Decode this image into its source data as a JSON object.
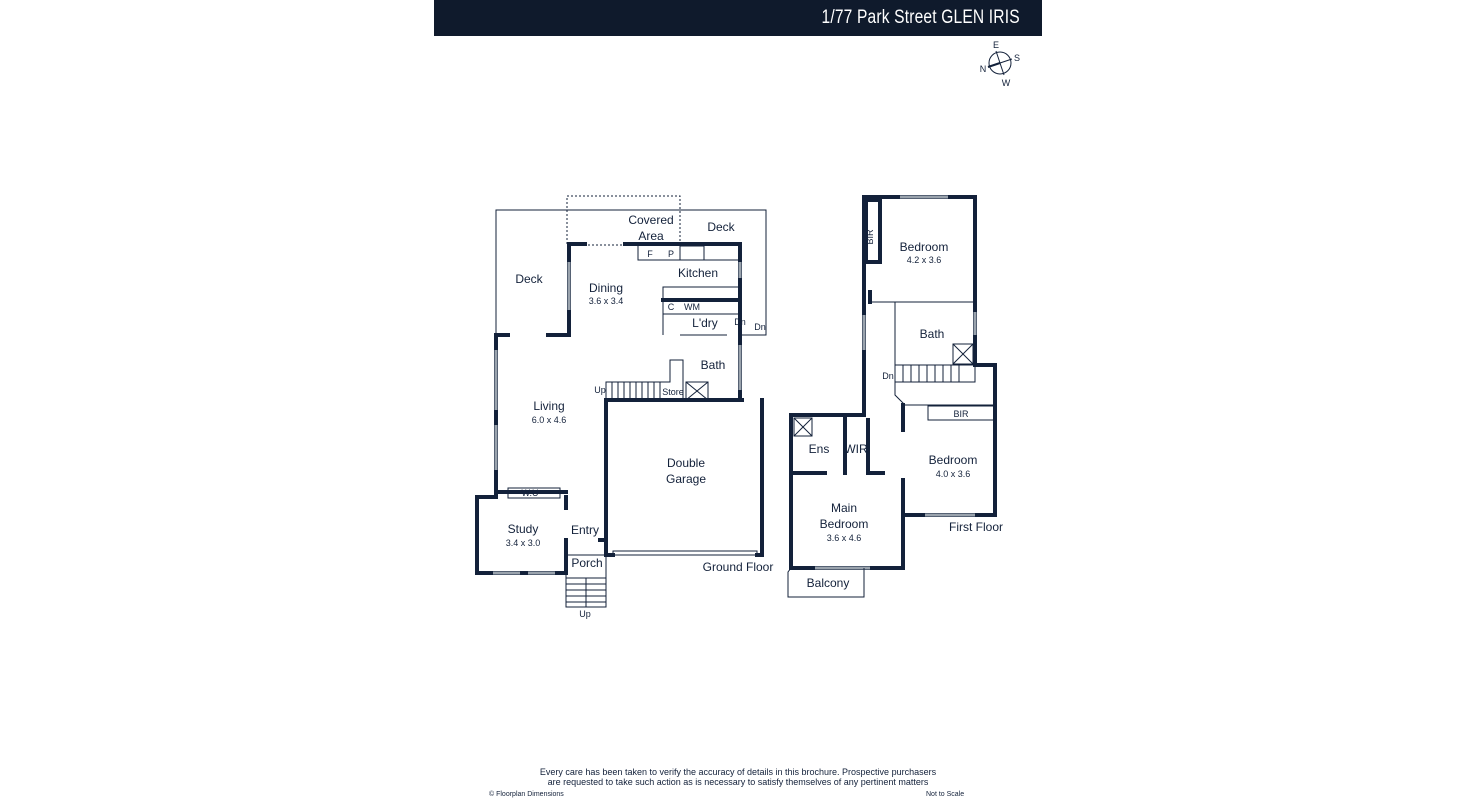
{
  "header": {
    "title": "1/77 Park Street GLEN IRIS",
    "background": "#0f1a2c"
  },
  "compass": {
    "n": "N",
    "e": "E",
    "s": "S",
    "w": "W"
  },
  "ground_floor": {
    "label": "Ground Floor",
    "rooms": {
      "deck_left": "Deck",
      "deck_right": "Deck",
      "covered_area_1": "Covered",
      "covered_area_2": "Area",
      "dining": "Dining",
      "dining_dim": "3.6 x 3.4",
      "kitchen": "Kitchen",
      "fridge": "F",
      "pantry": "P",
      "cupboard": "C",
      "wm": "WM",
      "laundry": "L'dry",
      "dn1": "Dn",
      "dn2": "Dn",
      "bath": "Bath",
      "store": "Store",
      "up_stairs": "Up",
      "living": "Living",
      "living_dim": "6.0 x 4.6",
      "wu": "W.U",
      "study": "Study",
      "study_dim": "3.4 x 3.0",
      "entry": "Entry",
      "porch": "Porch",
      "up_porch": "Up",
      "garage_1": "Double",
      "garage_2": "Garage"
    }
  },
  "first_floor": {
    "label": "First Floor",
    "rooms": {
      "bedroom1": "Bedroom",
      "bedroom1_dim": "4.2 x 3.6",
      "bir1": "BIR",
      "bath": "Bath",
      "dn": "Dn",
      "bedroom2": "Bedroom",
      "bedroom2_dim": "4.0 x 3.6",
      "bir2": "BIR",
      "ens": "Ens",
      "wir": "WIR",
      "main_1": "Main",
      "main_2": "Bedroom",
      "main_dim": "3.6 x 4.6",
      "balcony": "Balcony"
    }
  },
  "footer": {
    "disclaimer_1": "Every care has been taken to verify the accuracy of details in this brochure. Prospective purchasers",
    "disclaimer_2": "are requested to take such action as is necessary to satisfy themselves of any pertinent matters",
    "copyright": "© Floorplan Dimensions",
    "scale": "Not to Scale"
  }
}
